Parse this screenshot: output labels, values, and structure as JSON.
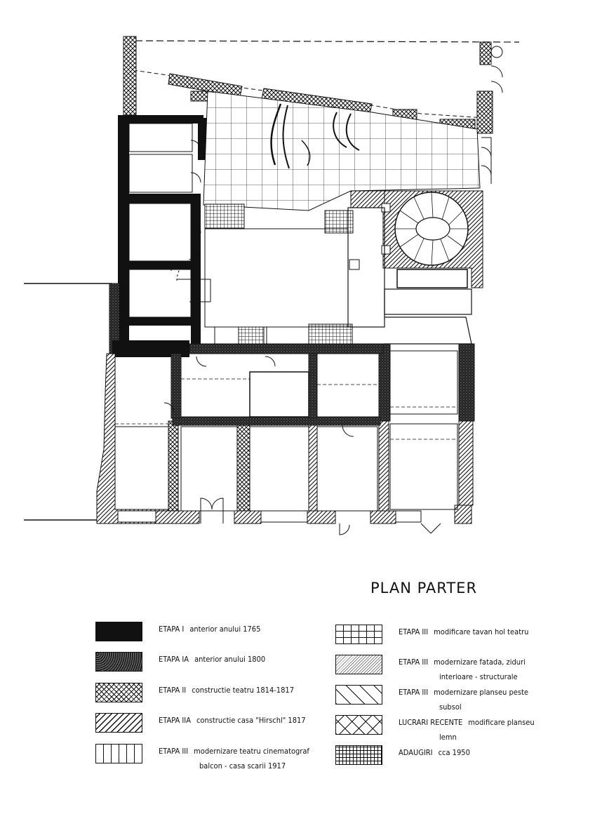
{
  "plan_title": "PLAN PARTER",
  "legend": [
    {
      "id": "etapa-1",
      "code": "ETAPA I",
      "text": "anterior anului 1765",
      "text2": "",
      "pattern": "solid-black"
    },
    {
      "id": "etapa-1a",
      "code": "ETAPA IA",
      "text": "anterior anului 1800",
      "text2": "",
      "pattern": "dense-stipple"
    },
    {
      "id": "etapa-2",
      "code": "ETAPA II",
      "text": "constructie teatru 1814-1817",
      "text2": "",
      "pattern": "crosshatch"
    },
    {
      "id": "etapa-2a",
      "code": "ETAPA IIA",
      "text": "constructie casa \"Hirschl\" 1817",
      "text2": "",
      "pattern": "diagonal-hatch"
    },
    {
      "id": "etapa-3-balcon",
      "code": "ETAPA III",
      "text": "modernizare teatru cinematograf",
      "text2": "balcon - casa scarii 1917",
      "pattern": "vertical-lines"
    },
    {
      "id": "etapa-3-tavan",
      "code": "ETAPA III",
      "text": "modificare tavan hol teatru",
      "text2": "",
      "pattern": "grid"
    },
    {
      "id": "etapa-3-fatada",
      "code": "ETAPA III",
      "text": "modernizare fatada, ziduri",
      "text2": "interioare - structurale",
      "pattern": "light-stipple"
    },
    {
      "id": "etapa-3-planseu",
      "code": "ETAPA III",
      "text": "modernizare planseu peste",
      "text2": "subsol",
      "pattern": "wide-diagonal"
    },
    {
      "id": "lucrari-recente",
      "code": "LUCRARI RECENTE",
      "text": "modificare planseu",
      "text2": "lemn",
      "pattern": "wide-crosshatch"
    },
    {
      "id": "adaugiri",
      "code": "ADAUGIRI",
      "text": "cca 1950",
      "text2": "",
      "pattern": "fine-grid"
    }
  ],
  "colors": {
    "ink": "#111111",
    "paper": "#ffffff"
  }
}
